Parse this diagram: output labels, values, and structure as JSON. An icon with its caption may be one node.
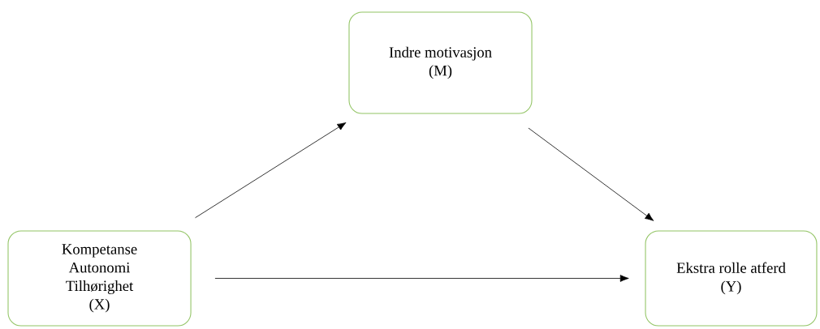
{
  "diagram": {
    "nodes": [
      {
        "text": [
          "Kompetanse",
          "Autonomi",
          "Tilhørighet",
          "(X)"
        ]
      },
      {
        "text": [
          "Indre motivasjon",
          "(M)"
        ]
      },
      {
        "text": [
          "Ekstra rolle atferd",
          "(Y)"
        ]
      }
    ],
    "edges": [
      {
        "from": 0,
        "to": 1,
        "arrow": "to"
      },
      {
        "from": 1,
        "to": 2,
        "arrow": "to"
      },
      {
        "from": 0,
        "to": 2,
        "arrow": "to"
      }
    ]
  }
}
